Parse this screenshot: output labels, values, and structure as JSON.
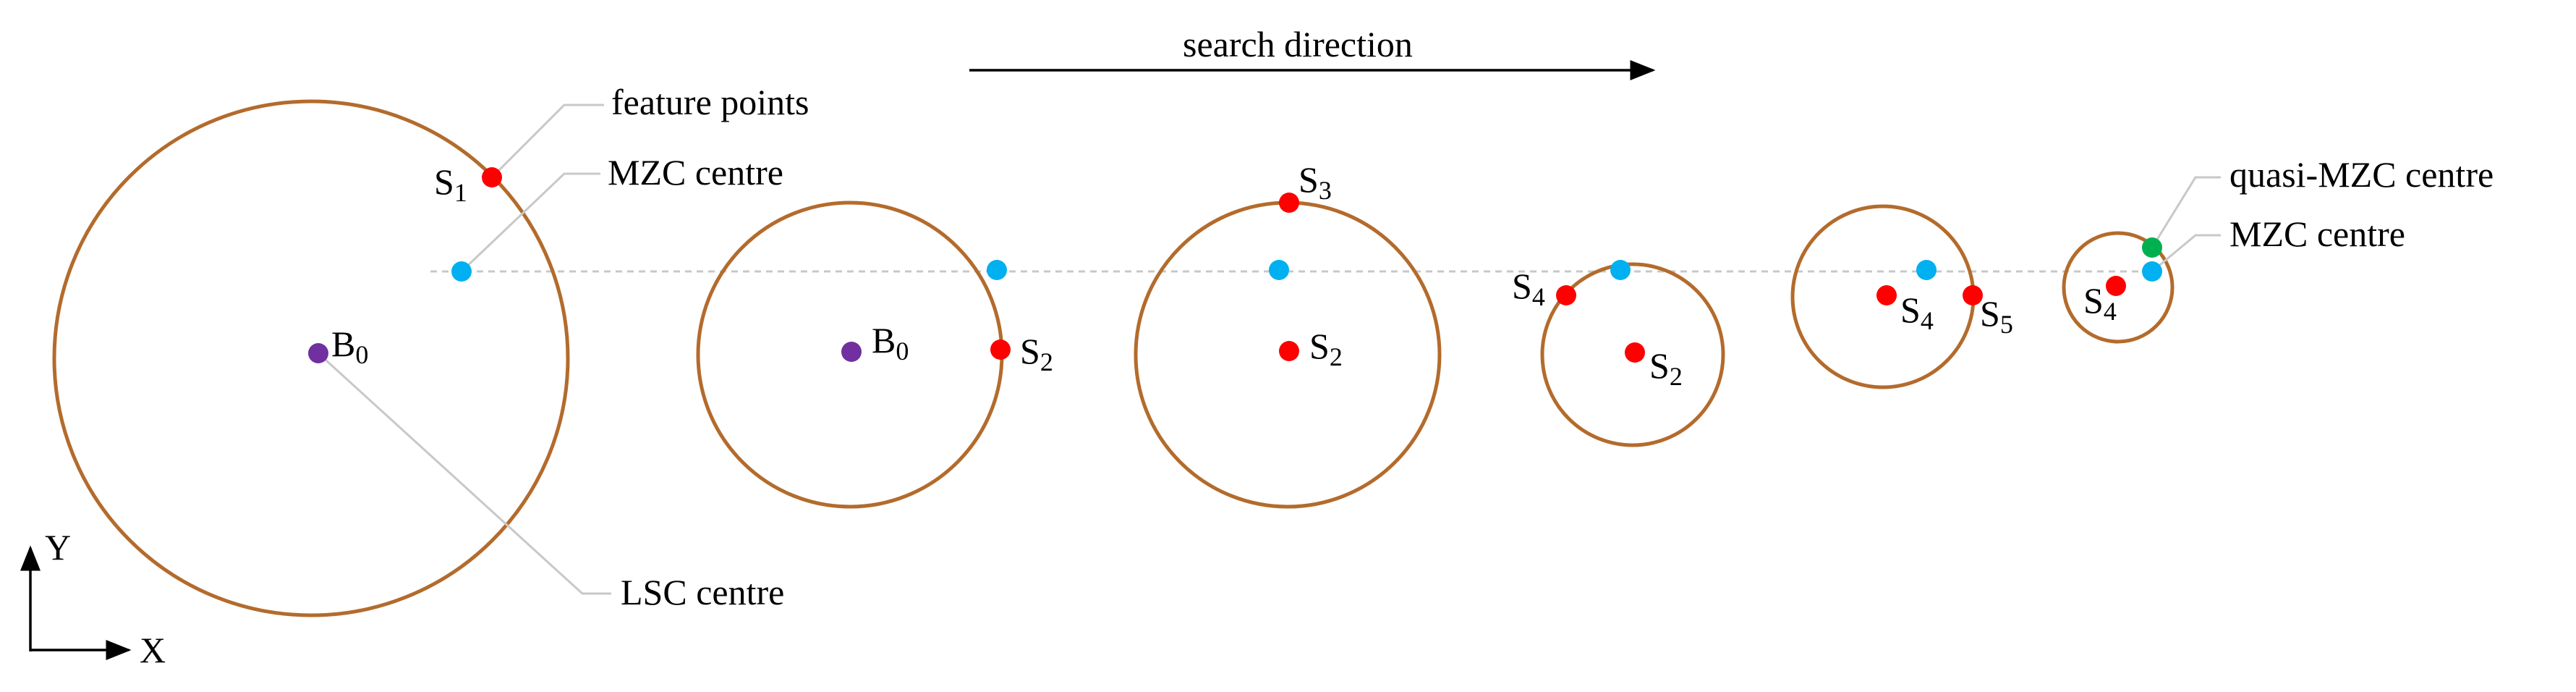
{
  "labels": {
    "search_direction": "search direction",
    "feature_points": "feature points",
    "mzc_centre": "MZC centre",
    "lsc_centre": "LSC centre",
    "quasi_mzc_centre": "quasi-MZC centre",
    "mzc_centre_2": "MZC centre",
    "axis_x": "X",
    "axis_y": "Y"
  },
  "points": {
    "s1": {
      "base": "S",
      "sub": "1"
    },
    "b0_a": {
      "base": "B",
      "sub": "0"
    },
    "b0_b": {
      "base": "B",
      "sub": "0"
    },
    "s2_a": {
      "base": "S",
      "sub": "2"
    },
    "s3": {
      "base": "S",
      "sub": "3"
    },
    "s2_b": {
      "base": "S",
      "sub": "2"
    },
    "s4_a": {
      "base": "S",
      "sub": "4"
    },
    "s2_c": {
      "base": "S",
      "sub": "2"
    },
    "s4_b": {
      "base": "S",
      "sub": "4"
    },
    "s5": {
      "base": "S",
      "sub": "5"
    },
    "s4_c": {
      "base": "S",
      "sub": "4"
    }
  },
  "colors": {
    "circle": "#b36b2c",
    "feature_point": "#ff0000",
    "mzc_point": "#00b0f0",
    "lsc_point": "#7030a0",
    "quasi_mzc_point": "#00b050",
    "leader_line": "#c8c8c8",
    "arrow": "#000000"
  }
}
